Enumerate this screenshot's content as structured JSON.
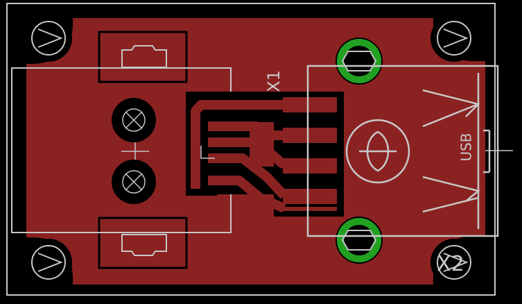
{
  "board": {
    "background": "#000000",
    "copper_color": "#8b2222",
    "silk_color": "#c8c8c8",
    "via_ring_color": "#22a022",
    "trace_gap_color": "#000000"
  },
  "labels": {
    "x1": "X1",
    "x2": "X2",
    "usb": "USB"
  },
  "icons": {
    "mount_hole": "mount-hole-icon",
    "usb_logo": "usb-logo-icon",
    "pad": "smd-pad-icon",
    "via": "via-icon",
    "crosshair": "crosshair-icon"
  }
}
